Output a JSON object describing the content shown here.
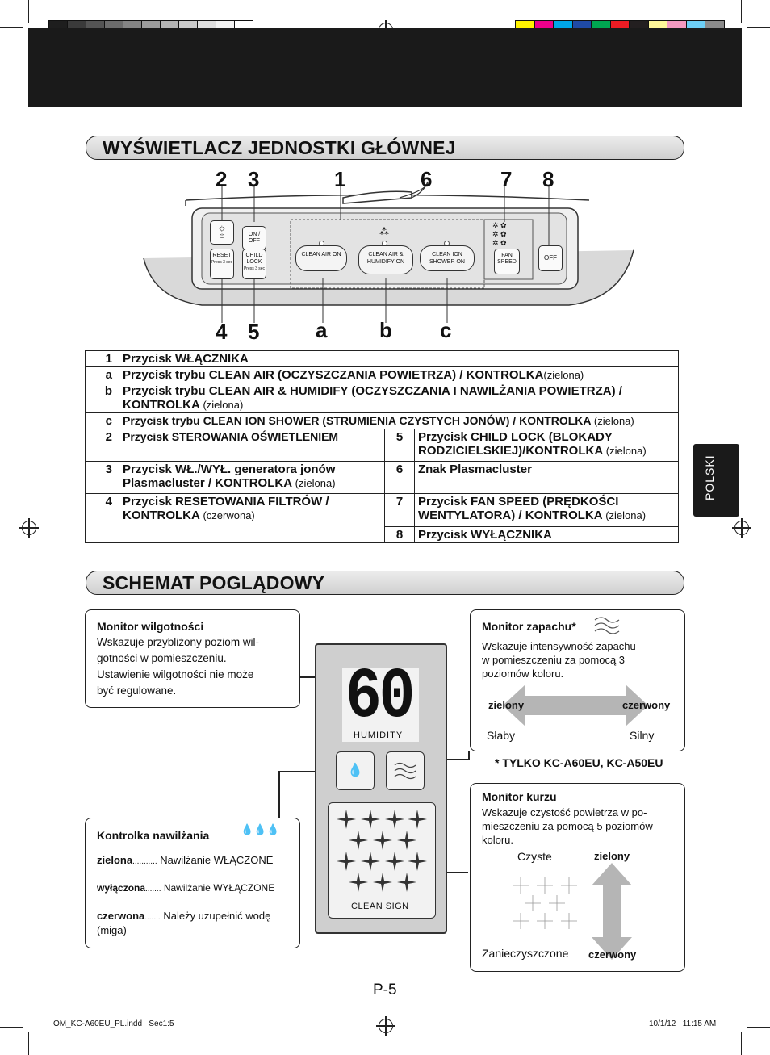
{
  "header": {
    "grayscale": [
      "#1e1e1e",
      "#3a3a3a",
      "#545454",
      "#6c6c6c",
      "#858585",
      "#9d9d9d",
      "#b5b5b5",
      "#cacaca",
      "#dedede",
      "#f2f2f2",
      "#ffffff"
    ],
    "colors": [
      "#fff200",
      "#ec008c",
      "#00a6e8",
      "#1f4aa6",
      "#00a651",
      "#ed1c24",
      "#231f20",
      "#fff799",
      "#f49ac1",
      "#6dcff6",
      "#8b8b8b"
    ]
  },
  "section1": {
    "title": "WYŚWIETLACZ JEDNOSTKI GŁÓWNEJ",
    "callouts_top": [
      "2",
      "3",
      "1",
      "6",
      "7",
      "8"
    ],
    "callouts_bottom": [
      "4",
      "5",
      "a",
      "b",
      "c"
    ],
    "device": {
      "btn2_sub": "⏻",
      "btn3_label": "ON / OFF",
      "btn4_label": "RESET",
      "btn4_sub": "Press 3 sec",
      "btn5_label": "CHILD LOCK",
      "btn5_sub": "Press 3 sec",
      "btn_a": "CLEAN AIR ON",
      "btn_b": "CLEAN AIR & HUMIDIFY ON",
      "btn_c": "CLEAN ION SHOWER ON",
      "btn_fan": "FAN SPEED",
      "btn_off": "OFF"
    }
  },
  "table": {
    "r1": {
      "n": "1",
      "text": "Przycisk WŁĄCZNIKA"
    },
    "ra": {
      "n": "a",
      "text": "Przycisk trybu CLEAN AIR (OCZYSZCZANIA POWIETRZA) / KONTROLKA",
      "note": "(zielona)"
    },
    "rb": {
      "n": "b",
      "text": "Przycisk trybu CLEAN AIR & HUMIDIFY (OCZYSZCZANIA I NAWILŻANIA POWIETRZA) / KONTROLKA",
      "note": "(zielona)"
    },
    "rc": {
      "n": "c",
      "text": "Przycisk trybu CLEAN ION SHOWER (STRUMIENIA CZYSTYCH JONÓW) / KONTROLKA",
      "note": "(zielona)"
    },
    "r2": {
      "n": "2",
      "text": "Przycisk STEROWANIA OŚWIETLENIEM"
    },
    "r5": {
      "n": "5",
      "text": "Przycisk CHILD LOCK (BLOKADY RODZICIELSKIEJ)/KONTROLKA",
      "note": "(zielona)"
    },
    "r3": {
      "n": "3",
      "text": "Przycisk WŁ./WYŁ. generatora jonów Plasmacluster / KONTROLKA",
      "note": "(zielona)"
    },
    "r6": {
      "n": "6",
      "text": "Znak Plasmacluster"
    },
    "r4": {
      "n": "4",
      "text": "Przycisk RESETOWANIA FILTRÓW / KONTROLKA",
      "note": "(czerwona)"
    },
    "r7": {
      "n": "7",
      "text": "Przycisk FAN SPEED (PRĘDKOŚCI WENTYLATORA) / KONTROLKA",
      "note": "(zielona)"
    },
    "r8": {
      "n": "8",
      "text": "Przycisk WYŁĄCZNIKA"
    }
  },
  "side_tab": "POLSKI",
  "section2": {
    "title": "SCHEMAT POGLĄDOWY",
    "humidity_monitor": {
      "title": "Monitor wilgotności",
      "l1": "Wskazuje przybliżony poziom wil-",
      "l2": "gotności w pomieszczeniu.",
      "l3": "Ustawienie wilgotności nie może",
      "l4": "być regulowane."
    },
    "smell_monitor": {
      "title": "Monitor zapachu*",
      "l1": "Wskazuje intensywność zapachu",
      "l2": "w pomieszczeniu za pomocą 3",
      "l3": "poziomów koloru.",
      "left": "zielony",
      "right": "czerwony",
      "weak": "Słaby",
      "strong": "Silny"
    },
    "models_note": "* TYLKO KC-A60EU, KC-A50EU",
    "humidify_lamp": {
      "title": "Kontrolka nawilżania",
      "r1_key": "zielona",
      "r1_dots": "...........",
      "r1_val": "Nawilżanie WŁĄCZONE",
      "r2_key": "wyłączona",
      "r2_dots": ".......",
      "r2_val": "Nawilżanie WYŁĄCZONE",
      "r3_key": "czerwona",
      "r3_dots": ".......",
      "r3_val": "Należy uzupełnić wodę",
      "r3_sub": "(miga)"
    },
    "dust_monitor": {
      "title": "Monitor kurzu",
      "l1": "Wskazuje czystość powietrza w po-",
      "l2": "mieszczeniu za pomocą 5 poziomów",
      "l3": "koloru.",
      "clean": "Czyste",
      "dirty": "Zanieczyszczone",
      "top": "zielony",
      "bottom": "czerwony"
    },
    "panel": {
      "reading": "60",
      "humidity_label": "HUMIDITY",
      "clean_sign_label": "CLEAN SIGN"
    }
  },
  "page_number": "P-5",
  "footer": {
    "file": "OM_KC-A60EU_PL.indd   Sec1:5",
    "date": "10/1/12   11:15 AM"
  }
}
